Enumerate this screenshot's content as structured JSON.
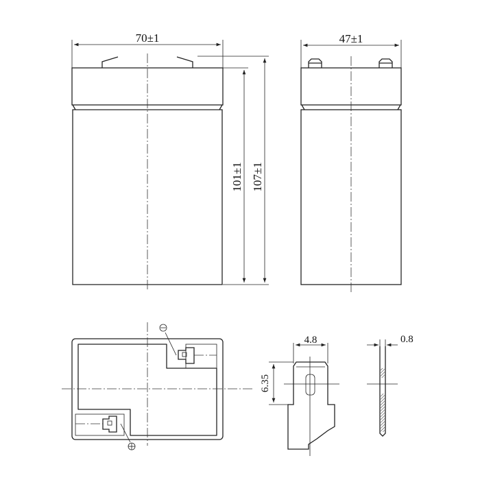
{
  "dimensions": {
    "front_width": "70±1",
    "side_width": "47±1",
    "container_height": "101±1",
    "total_height": "107±1",
    "terminal_width": "4.8",
    "terminal_hole_height": "6.35",
    "terminal_thickness": "0.8"
  },
  "polarity": {
    "negative": "⊖",
    "positive": "⊕"
  },
  "colors": {
    "line": "#222222",
    "background": "#ffffff"
  }
}
